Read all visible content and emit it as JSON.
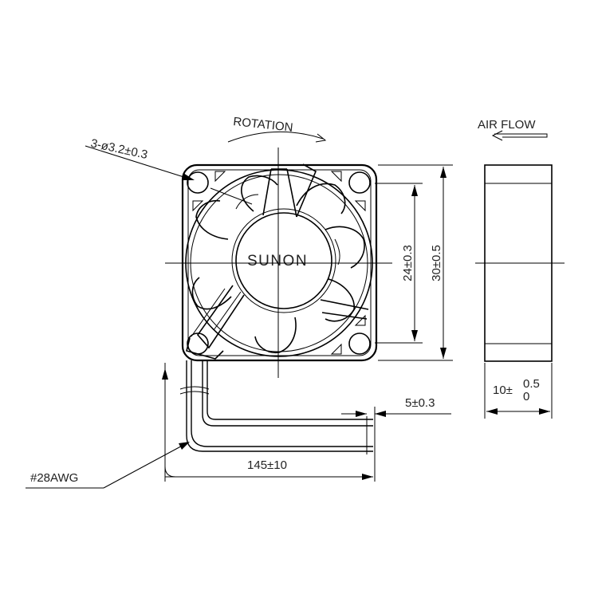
{
  "labels": {
    "rotation": "ROTATION",
    "air_flow": "AIR FLOW",
    "brand": "SUNON",
    "mount_holes": "3-ø3.2±0.3",
    "hole_spacing": "24±0.3",
    "frame_size": "30±0.5",
    "lead_strip": "5±0.3",
    "lead_length": "145±10",
    "wire_gauge": "#28AWG",
    "thickness_base": "10±",
    "thickness_upper_tol": "0.5",
    "thickness_lower_tol": "0"
  },
  "colors": {
    "line": "#000000",
    "text": "#222222",
    "background": "#ffffff"
  },
  "icons": {
    "rotation_arrow": "curved-arrow-icon",
    "air_flow_arrow": "arrow-left-icon"
  }
}
